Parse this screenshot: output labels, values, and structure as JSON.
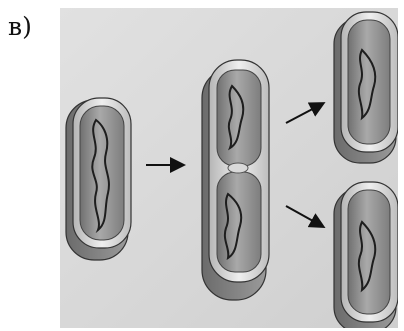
{
  "panel_label": "в)",
  "colors": {
    "background_panel": "#d6d6d6",
    "cell_wall": "#c9c9c9",
    "cell_interior": "#8c8c8c",
    "outline": "#333333",
    "arrow": "#111111"
  },
  "icons": [
    "rod-bacterium",
    "dna-loop",
    "arrow-right"
  ]
}
